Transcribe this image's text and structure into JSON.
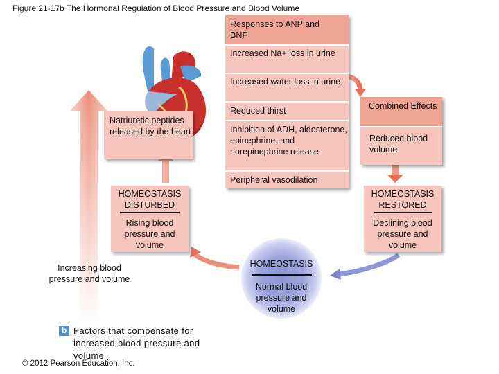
{
  "figure_title": "Figure 21-17b The Hormonal Regulation of Blood Pressure and Blood Volume",
  "responses": {
    "header": "Responses to ANP and BNP",
    "items": [
      "Increased Na+ loss in urine",
      "Increased water loss in urine",
      "Reduced thirst",
      "Inhibition of ADH, aldosterone, epinephrine, and norepinephrine release",
      "Peripheral vasodilation"
    ]
  },
  "natriuretic": "Natriuretic peptides released by the heart",
  "combined": {
    "header": "Combined Effects",
    "item": "Reduced blood volume"
  },
  "disturbed": {
    "title": "HOMEOSTASIS DISTURBED",
    "body": "Rising blood pressure and volume"
  },
  "restored": {
    "title": "HOMEOSTASIS RESTORED",
    "body": "Declining blood pressure and volume"
  },
  "center": {
    "title": "HOMEOSTASIS",
    "body": "Normal blood pressure and volume"
  },
  "stimulus": "Increasing blood pressure and volume",
  "footer": {
    "badge": "b",
    "caption": "Factors that compensate for increased blood pressure and volume",
    "copyright": "© 2012 Pearson Education, Inc."
  },
  "colors": {
    "box_fill": "#f6c6bd",
    "box_header": "#f0a496",
    "arrow_red": "#e8826f",
    "arrow_blue": "#8e96d6",
    "circle_core": "#8f95d2"
  }
}
